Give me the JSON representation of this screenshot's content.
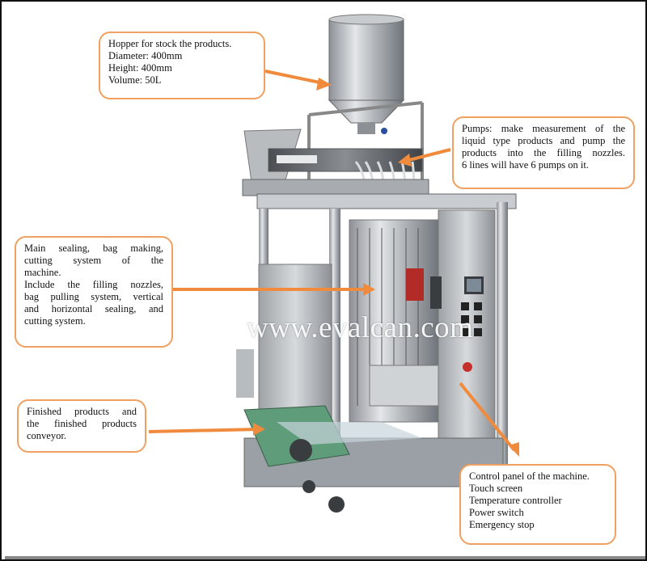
{
  "colors": {
    "accent": "#f0a060",
    "arrow": "#f08a3c"
  },
  "callouts": {
    "hopper": {
      "lines": [
        "Hopper for stock the products.",
        "Diameter: 400mm",
        "Height: 400mm",
        "Volume: 50L"
      ]
    },
    "pumps": {
      "lines": [
        "Pumps: make measurement of the",
        "liquid type products and pump the",
        "products into the filling nozzles.",
        "6 lines will have 6 pumps on it."
      ]
    },
    "sealing": {
      "lines": [
        "Main sealing, bag making,",
        "cutting system of the",
        "machine.",
        "Include the filling nozzles,",
        "bag pulling system, vertical",
        "and horizontal sealing, and",
        "cutting system."
      ]
    },
    "conveyor": {
      "lines": [
        "Finished products and",
        "the finished products",
        "conveyor."
      ]
    },
    "control": {
      "lines": [
        "Control panel of the machine.",
        "Touch screen",
        "Temperature controller",
        "Power switch",
        "Emergency stop"
      ]
    }
  },
  "watermark": "www.evalcan.com"
}
